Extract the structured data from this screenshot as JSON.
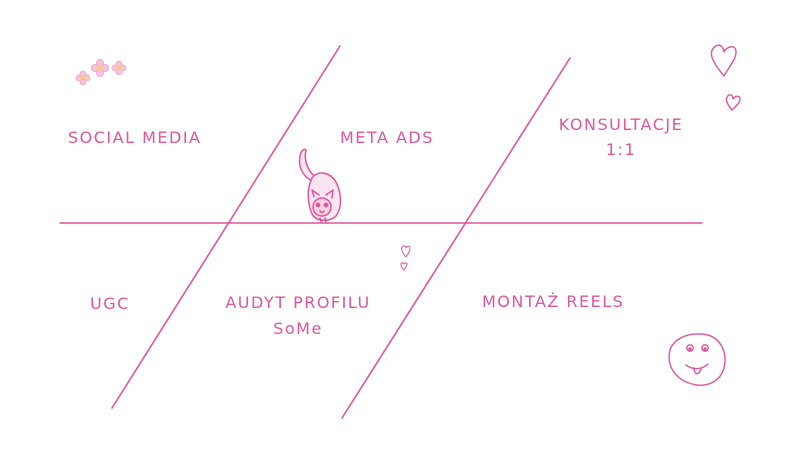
{
  "colors": {
    "ink": "#e0559a",
    "flower_petal": "#f2a3c9",
    "flower_center": "#f3d25a"
  },
  "cells": {
    "social_media": "SOCIAL MEDIA",
    "meta_ads": "META ADS",
    "konsultacje_line1": "KONSULTACJE",
    "konsultacje_line2": "1:1",
    "ugc": "UGC",
    "audyt_line1": "AUDYT PROFILU",
    "audyt_line2": "SoMe",
    "montaz_reels": "MONTAŻ REELS"
  },
  "decorations": {
    "icons": [
      "flowers-icon",
      "heart-icon",
      "heart-icon",
      "cat-icon",
      "small-hearts-icon",
      "smiley-face-icon"
    ]
  }
}
